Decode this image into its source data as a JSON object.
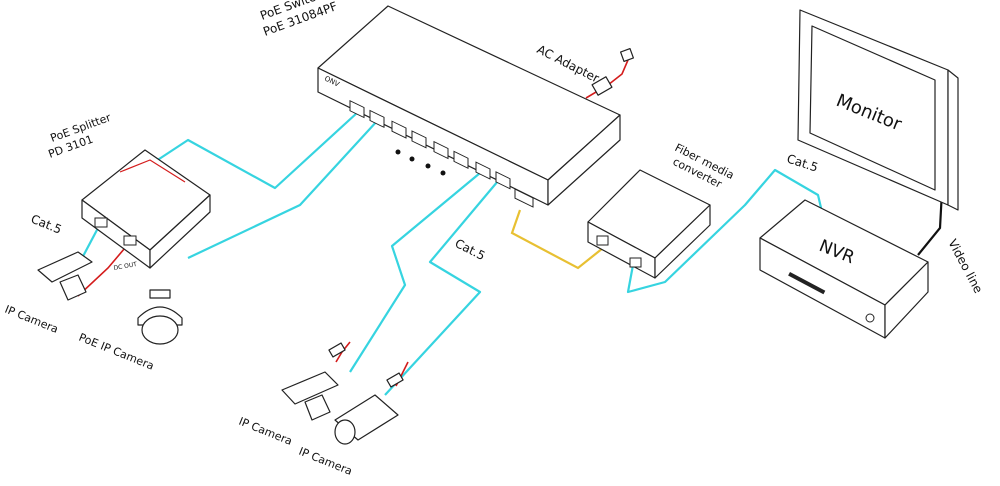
{
  "labels": {
    "switch_line1": "PoE  Switch",
    "switch_line2": "PoE 31084PF",
    "ac_adapter": "AC Adapter",
    "splitter_line1": "PoE Splitter",
    "splitter_line2": "PD 3101",
    "cat5_left": "Cat.5",
    "cat5_middle": "Cat.5",
    "cat5_right": "Cat.5",
    "fiber_line1": "Fiber media",
    "fiber_line2": "converter",
    "monitor": "Monitor",
    "nvr": "NVR",
    "video_line": "Video line",
    "ip_camera_left": "IP Camera",
    "poe_ip_camera": "PoE IP Camera",
    "ip_camera_bottom1": "IP Camera",
    "ip_camera_bottom2": "IP Camera",
    "dc_out": "DC OUT",
    "switch_brand": "ONV"
  },
  "colors": {
    "network_cable": "#36d4e0",
    "fiber_cable": "#e8c032",
    "power_cable": "#d41c1c",
    "video_cable": "#111111",
    "outline": "#222222"
  }
}
